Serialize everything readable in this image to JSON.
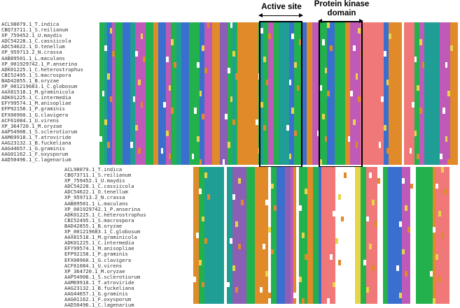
{
  "annotations": {
    "active_site": "Active site",
    "protein_kinase_line1": "Protein kinase",
    "protein_kinase_line2": "domain"
  },
  "sequences": [
    "ACL98079.1_T.indica",
    "CBQ73711.1_S.reilianum",
    "XP_759452.1_U.maydis",
    "ADC54228.1_C.cassiicola",
    "ADC54622.1_O.tenellum",
    "XP_959713.2_N.crassa",
    "AAB89501.1_L.maculans",
    "XP_001929742.1_P.anserina",
    "ADK01225.1_C.heterostrophus",
    "CBI52495.1_S.macrospora",
    "BAD42855.1_B.oryzae",
    "XP_001219683.1_C.globosum",
    "AAX81518.1_M.graminicola",
    "ADK01225.1_C.intermedia",
    "EFY99574.1_M.anisopliae",
    "EFP92158.1_P.graminis",
    "EFX00960.1_G.clavigera",
    "ACF61084.1_U.virens",
    "XP_364720.1_M.oryzae",
    "AAP54908.1_S.sclerotiorum",
    "AAM69918.1_T.atroviride",
    "AAG23132.1_B.fuckeliana",
    "AAG44657.1_G.graminis",
    "AAG01162.1_F.oxysporum",
    "AAD50496.1_C.lagenarium"
  ],
  "palette": {
    "green": "#22b14c",
    "teal": "#1f9e96",
    "blue": "#3a6fd0",
    "magenta": "#c05ab8",
    "purple": "#8a5fb4",
    "orange": "#e08a2a",
    "pink": "#f07878",
    "yellow": "#e8d44a",
    "gray": "#9a9a9a",
    "red": "#e83838",
    "cyan": "#18b7c4",
    "brown": "#b8860b",
    "white": "#ffffff"
  },
  "top_columns": [
    "green",
    "green",
    "teal",
    "blue",
    "blue",
    "magenta",
    "green",
    "green",
    "green",
    "blue",
    "blue",
    "blue",
    "teal",
    "teal",
    "magenta",
    "magenta",
    "magenta",
    "magenta",
    "green",
    "green",
    "green",
    "orange",
    "orange",
    "blue",
    "blue",
    "blue",
    "magenta",
    "magenta",
    "green",
    "green",
    "teal",
    "teal",
    "blue",
    "blue",
    "blue",
    "green",
    "green",
    "green",
    "green",
    "blue",
    "blue",
    "magenta",
    "magenta",
    "magenta",
    "orange",
    "orange",
    "orange",
    "purple",
    "purple",
    "purple",
    "green",
    "green",
    "teal",
    "green",
    "orange",
    "orange",
    "orange",
    "orange",
    "orange",
    "orange",
    "orange",
    "orange",
    "green",
    "teal",
    "green",
    "green",
    "magenta",
    "magenta",
    "green",
    "green",
    "teal",
    "teal",
    "teal",
    "teal",
    "blue",
    "blue",
    "green",
    "green",
    "green",
    "blue",
    "blue",
    "orange",
    "orange",
    "magenta",
    "magenta",
    "magenta",
    "green",
    "green",
    "green",
    "blue",
    "blue",
    "blue",
    "green",
    "green",
    "green",
    "green",
    "orange",
    "orange",
    "magenta",
    "magenta",
    "magenta",
    "magenta",
    "pink",
    "pink",
    "pink",
    "pink",
    "pink",
    "pink",
    "pink",
    "pink",
    "pink",
    "blue",
    "blue",
    "orange",
    "orange",
    "orange",
    "orange",
    "orange",
    "white",
    "pink",
    "pink",
    "pink",
    "pink",
    "green",
    "green",
    "magenta",
    "magenta",
    "teal",
    "teal",
    "teal",
    "teal",
    "teal",
    "teal",
    "magenta",
    "magenta",
    "magenta",
    "magenta",
    "orange",
    "orange",
    "orange"
  ],
  "bottom_columns": [
    "orange",
    "orange",
    "green",
    "green",
    "teal",
    "teal",
    "teal",
    "teal",
    "teal",
    "teal",
    "teal",
    "white",
    "teal",
    "teal",
    "purple",
    "purple",
    "purple",
    "purple",
    "purple",
    "green",
    "green",
    "green",
    "orange",
    "orange",
    "orange",
    "orange",
    "orange",
    "white",
    "green",
    "green",
    "blue",
    "blue",
    "blue",
    "purple",
    "purple",
    "magenta",
    "orange",
    "white",
    "green",
    "green",
    "green",
    "orange",
    "orange",
    "green",
    "green",
    "blue",
    "pink",
    "pink",
    "pink",
    "pink",
    "pink",
    "white",
    "white",
    "white",
    "white",
    "white",
    "white",
    "white",
    "yellow",
    "yellow",
    "green",
    "green",
    "pink",
    "pink",
    "pink",
    "pink",
    "white",
    "white",
    "green",
    "green",
    "blue",
    "blue",
    "blue",
    "blue",
    "blue",
    "magenta",
    "magenta",
    "magenta",
    "white",
    "white",
    "green",
    "green",
    "green",
    "green",
    "green",
    "green",
    "orange",
    "pink",
    "pink",
    "pink",
    "pink",
    "pink",
    "white"
  ]
}
